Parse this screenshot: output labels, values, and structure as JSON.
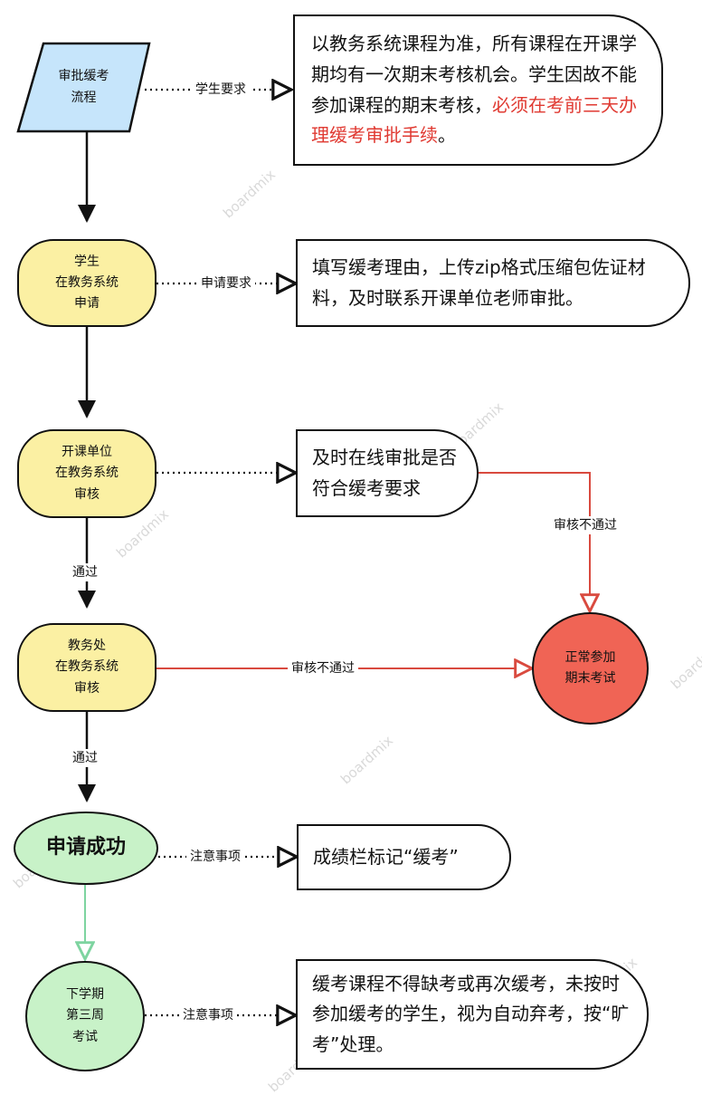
{
  "nodes": {
    "start": "审批缓考\n流程",
    "student_apply": "学生\n在教务系统\n申请",
    "dept_review": "开课单位\n在教务系统\n审核",
    "office_review": "教务处\n在教务系统\n审核",
    "success": "申请成功",
    "next_exam": "下学期\n第三周\n考试",
    "normal_exam": "正常参加\n期末考试"
  },
  "notes": {
    "n1_pre": "以教务系统课程为准，所有课程在开课学期均有一次期末考核机会。学生因故不能参加课程的期末考核，",
    "n1_red": "必须在考前三天办理缓考审批手续",
    "n1_post": "。",
    "n2": "填写缓考理由，上传zip格式压缩包佐证材料，及时联系开课单位老师审批。",
    "n3": "及时在线审批是否符合缓考要求",
    "n4": "成绩栏标记“缓考”",
    "n5": "缓考课程不得缺考或再次缓考，未按时参加缓考的学生，视为自动弃考，按“旷考”处理。"
  },
  "labels": {
    "student_req": "学生要求",
    "apply_req": "申请要求",
    "pass1": "通过",
    "pass2": "通过",
    "reject1": "审核不通过",
    "reject2": "审核不通过",
    "notice1": "注意事项",
    "notice2": "注意事项"
  },
  "watermark": "boardmix",
  "colors": {
    "start_fill": "#c6e5fb",
    "process_fill": "#fbf0a3",
    "success_fill": "#c8f2c8",
    "reject_fill": "#f06455",
    "reject_line": "#d94a3f",
    "success_line": "#7ed4a0",
    "highlight_text": "#e03a32"
  }
}
